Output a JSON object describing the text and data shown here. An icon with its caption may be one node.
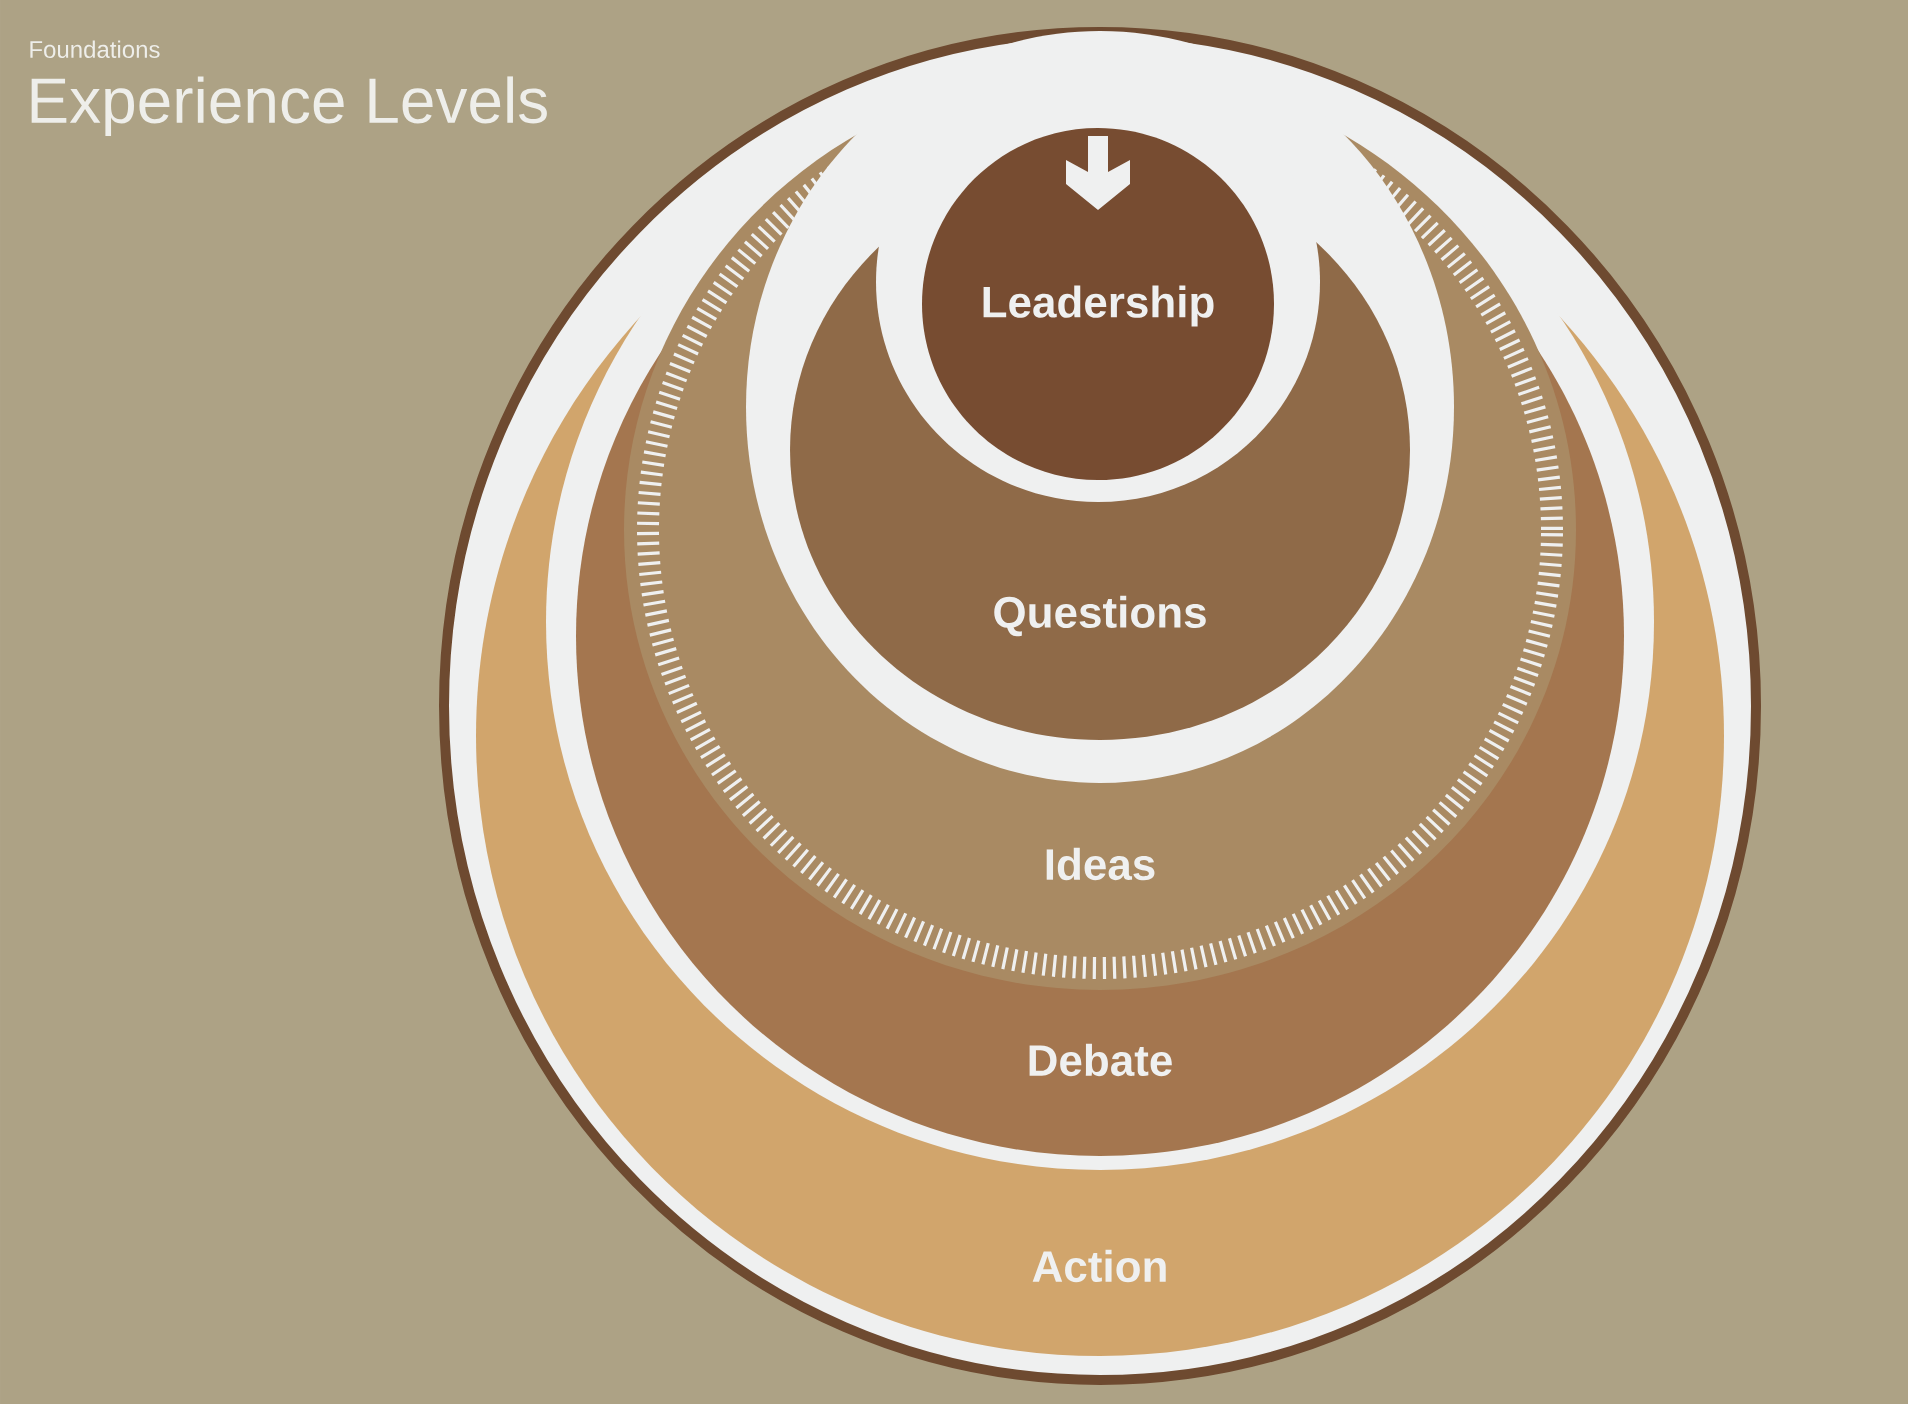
{
  "diagram": {
    "title": "Experience Levels",
    "nodes": [
      {
        "text": [
          "Action"
        ]
      },
      {
        "text": [
          "Debate"
        ],
        "in": 0
      },
      {
        "text": [
          "Ideas"
        ],
        "in": 1
      },
      {
        "text": [
          "Questions"
        ],
        "in": 2
      },
      {
        "text": [
          "Leadership"
        ],
        "in": 3
      }
    ],
    "labels": [
      "Foundations"
    ]
  }
}
